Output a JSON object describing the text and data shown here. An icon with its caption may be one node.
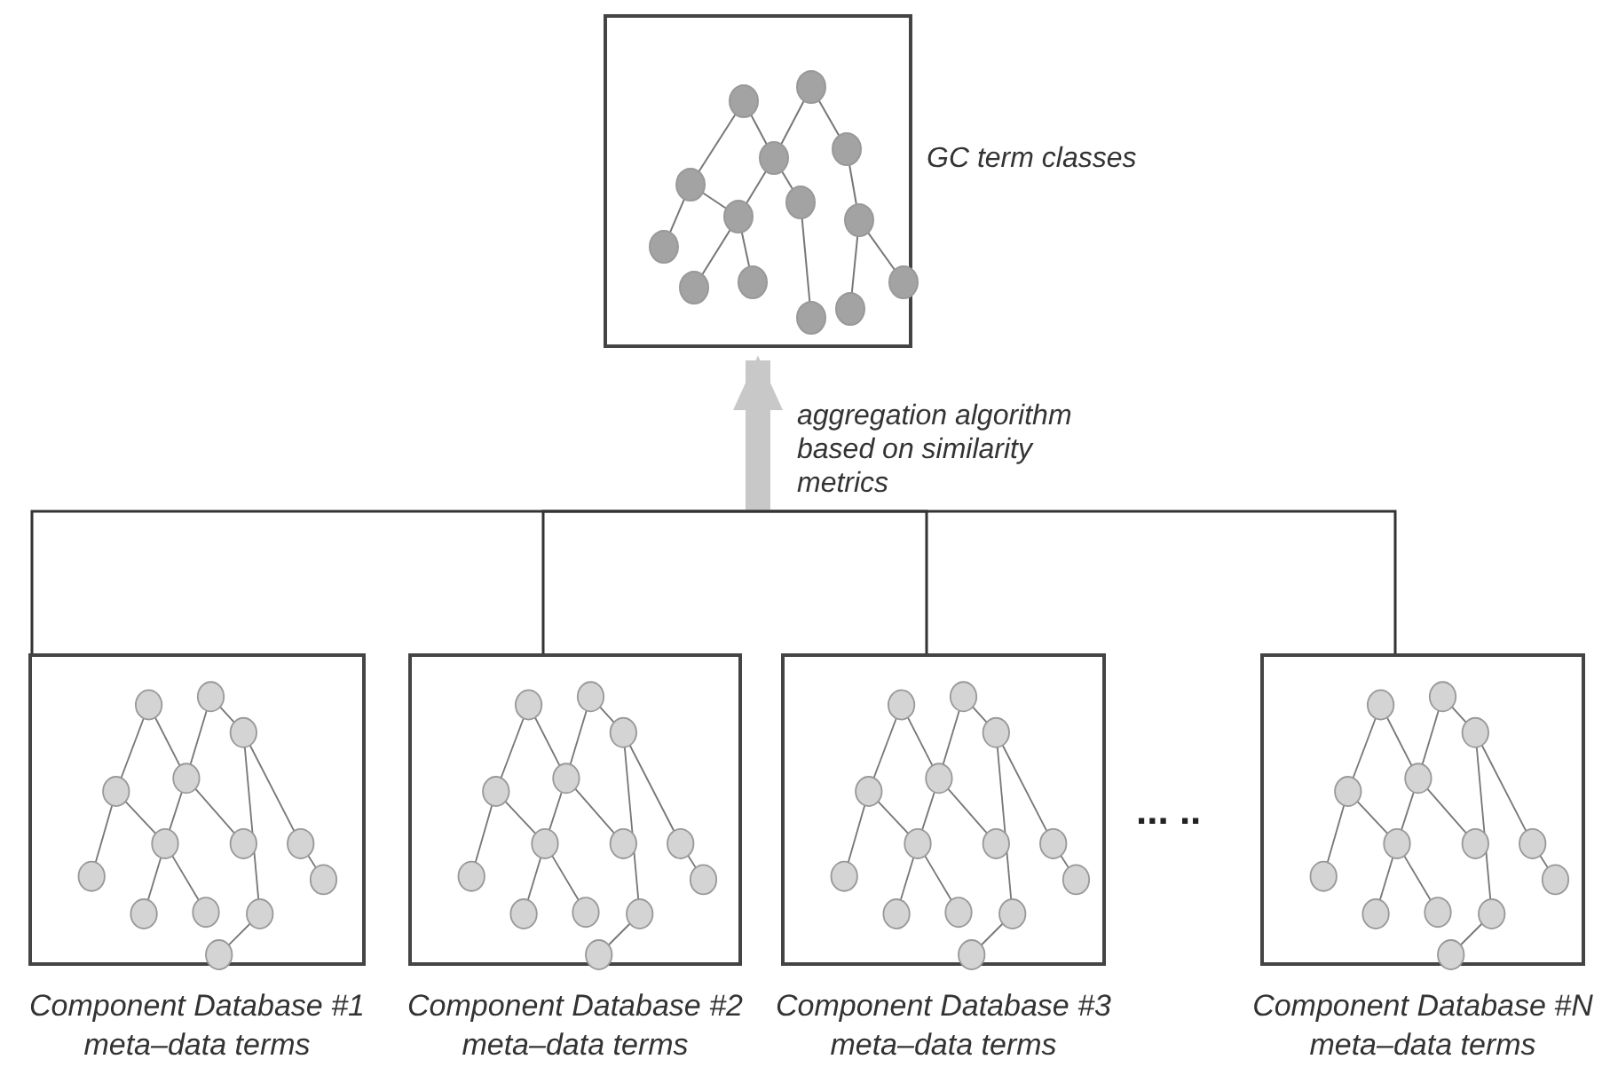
{
  "diagram": {
    "nodes": [
      {
        "text": [],
        "shape": "box",
        "beside": [
          "GC term classes"
        ]
      },
      {
        "text": [],
        "shape": "box",
        "beside": [
          "Component Database #1",
          "meta–data terms"
        ]
      },
      {
        "text": [],
        "shape": "box",
        "beside": [
          "Component Database #2",
          "meta–data terms"
        ]
      },
      {
        "text": [],
        "shape": "box",
        "beside": [
          "Component Database #3",
          "meta–data terms"
        ]
      },
      {
        "text": [],
        "shape": "box",
        "beside": [
          "Component Database #N",
          "meta–data terms"
        ]
      }
    ],
    "edges": [
      {
        "from": 1,
        "to": 0,
        "arrow": "to",
        "label": "aggregation algorithm based on similarity metrics"
      },
      {
        "from": 2,
        "to": 0,
        "arrow": "to"
      },
      {
        "from": 3,
        "to": 0,
        "arrow": "to"
      },
      {
        "from": 4,
        "to": 0,
        "arrow": "to"
      }
    ],
    "labels": [
      "... .."
    ]
  }
}
